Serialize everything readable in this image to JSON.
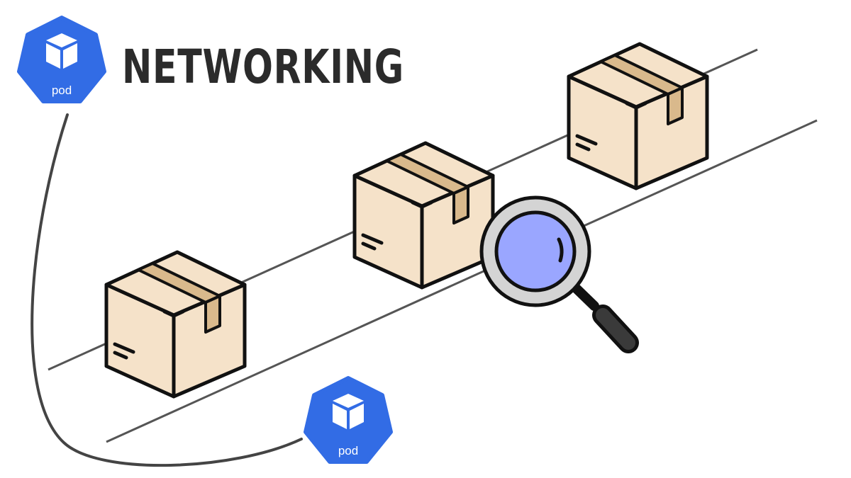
{
  "title": "NETWORKING",
  "pods": [
    {
      "label": "pod",
      "icon": "kubernetes-pod-icon"
    },
    {
      "label": "pod",
      "icon": "kubernetes-pod-icon"
    }
  ],
  "colors": {
    "pod_blue": "#326ce5",
    "title_fill": "#2b2b2b",
    "box_fill": "#f5e2c9",
    "tape_fill": "#d9b98c",
    "outline": "#111111",
    "lens_fill": "#9aa6ff",
    "magnifier_rim": "#d4d4d4",
    "belt_line": "#555555"
  },
  "items": [
    {
      "kind": "package",
      "icon": "package-box-icon"
    },
    {
      "kind": "package",
      "icon": "package-box-icon"
    },
    {
      "kind": "package",
      "icon": "package-box-icon"
    },
    {
      "kind": "magnifier",
      "icon": "magnifying-glass-icon"
    }
  ]
}
